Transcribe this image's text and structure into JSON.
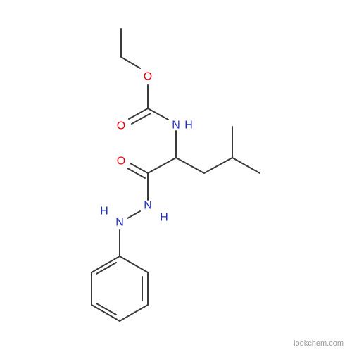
{
  "diagram": {
    "colors": {
      "bond": "#3a3a3a",
      "oxygen": "#e8000b",
      "nitrogen": "#1f2cc4"
    },
    "atom_labels": {
      "o_ester": "O",
      "o_carbonyl": "O",
      "n_carbamate": "N",
      "h_carbamate": "H",
      "o_amide": "O",
      "n_hydrazide": "N",
      "h_hydrazide": "H",
      "n_anilino": "N",
      "h_anilino": "H"
    }
  },
  "watermark": "lookchem.com"
}
